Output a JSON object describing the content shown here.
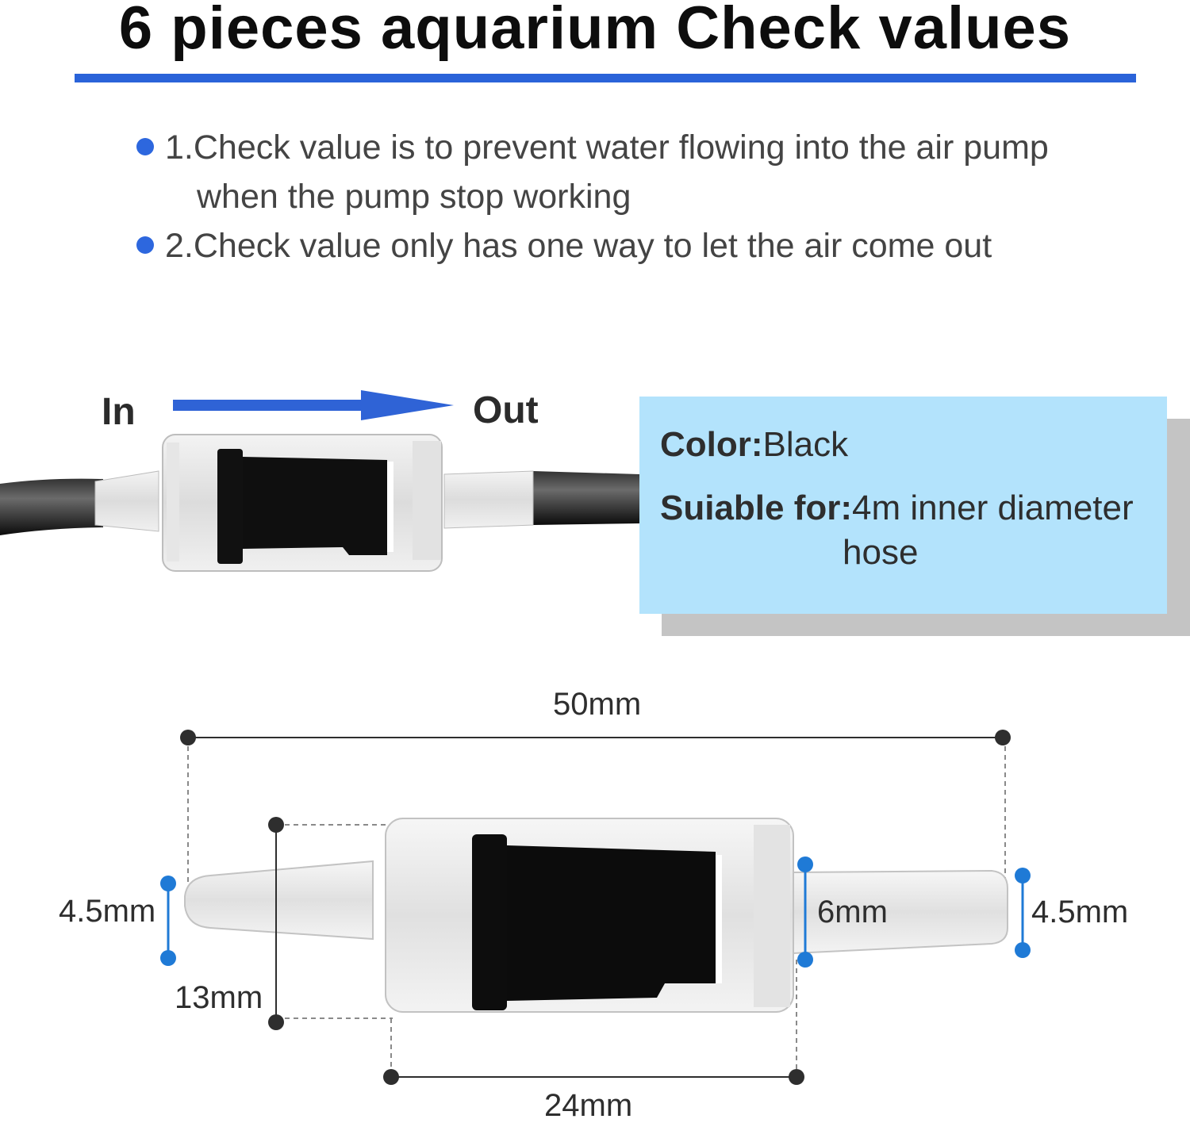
{
  "title": "6 pieces aquarium Check values",
  "bullets": [
    {
      "line1": "1.Check value is to prevent water flowing into the air pump",
      "line2": "when the pump stop working"
    },
    {
      "line1": "2.Check value only has one way to let the air come out"
    }
  ],
  "flow": {
    "in_label": "In",
    "out_label": "Out"
  },
  "info": {
    "color_label": "Color:",
    "color_value": "Black",
    "suitable_label": "Suiable for:",
    "suitable_value_line1": "4m inner diameter",
    "suitable_value_line2": "hose"
  },
  "dimensions": {
    "total_length": "50mm",
    "left_tip_diameter": "4.5mm",
    "body_diameter": "13mm",
    "body_length": "24mm",
    "neck_diameter": "6mm",
    "right_tip_diameter": "4.5mm"
  },
  "colors": {
    "accent": "#2a63d9",
    "info_box": "#b3e3fc",
    "shadow": "#c4c4c4",
    "dimension_dot": "#1f7ad6"
  }
}
